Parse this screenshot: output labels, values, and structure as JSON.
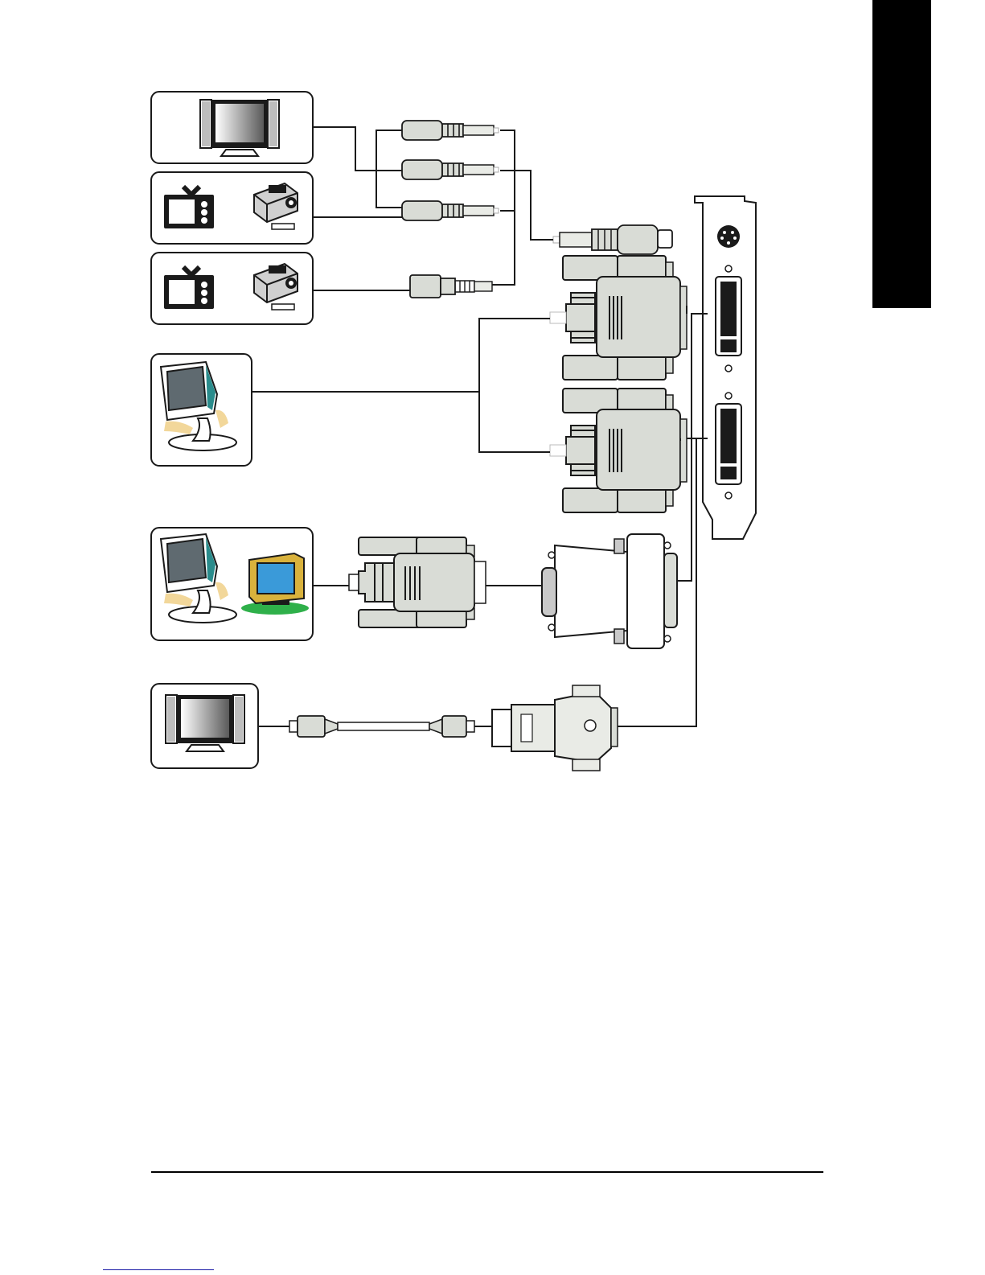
{
  "colors": {
    "sidebar_tab": "#000000",
    "line": "#1a1a1a",
    "connector_fill": "#d9dcd6",
    "device_dark": "#1a1a1a",
    "screen_gray": "#5f6a70",
    "accent_teal": "#2a8c8c",
    "stand_yellow": "#f2d79a",
    "crt_yellow": "#d9b23c",
    "crt_screen": "#3a9ad9",
    "crt_base_green": "#2fb04a"
  },
  "devices": [
    {
      "id": "hdtv-component",
      "icon": "flat-tv-icon"
    },
    {
      "id": "tv-projector-svideo",
      "icon": "tv-and-projector-icon"
    },
    {
      "id": "tv-projector-composite",
      "icon": "tv-and-projector-icon"
    },
    {
      "id": "lcd-monitor-dvi",
      "icon": "lcd-monitor-icon"
    },
    {
      "id": "monitors-vga",
      "icon": "lcd-and-crt-monitor-icon"
    },
    {
      "id": "hdtv-hdmi",
      "icon": "flat-tv-icon"
    }
  ],
  "connectors": [
    "component-rca-plug",
    "svideo-plug",
    "composite-rca-plug",
    "dvi-plug",
    "vga-plug",
    "dvi-to-vga-adapter",
    "hdmi-cable",
    "dvi-to-hdmi-adapter"
  ],
  "card_ports": [
    "svideo-port",
    "dvi-port",
    "dvi-port"
  ]
}
